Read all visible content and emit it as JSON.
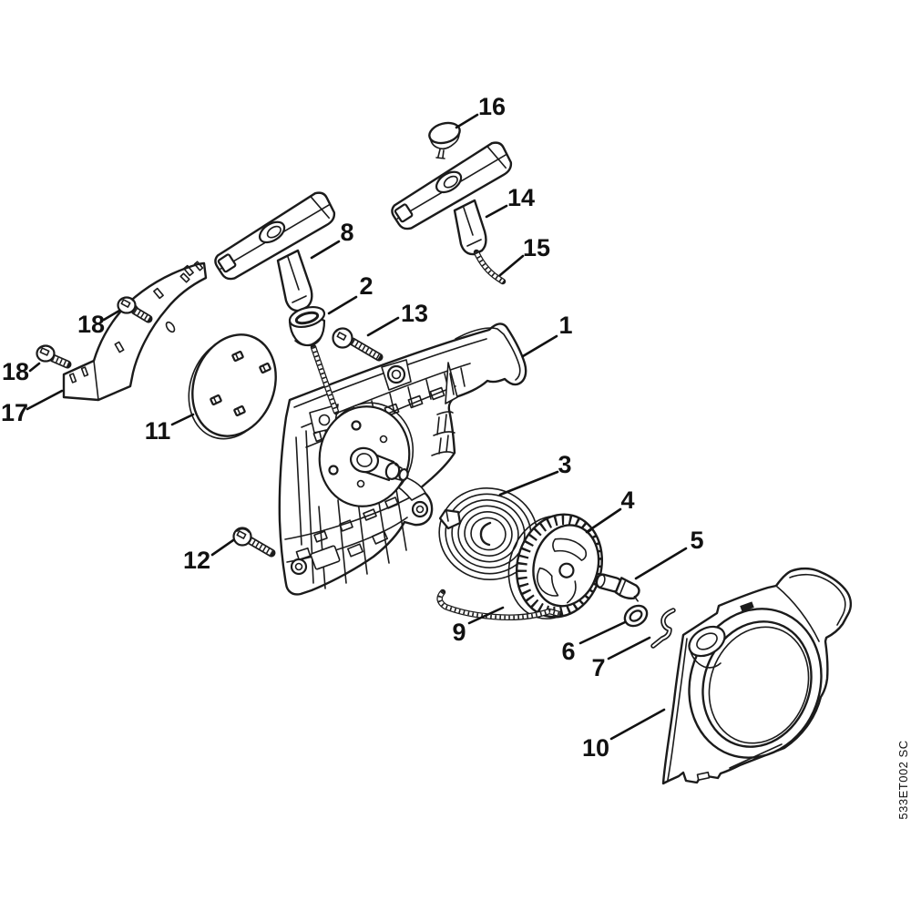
{
  "diagram": {
    "type": "exploded-parts-diagram",
    "subject": "rewind starter assembly",
    "code": "533ET002 SC",
    "colors": {
      "ink": "#1b1b1b",
      "background": "#ffffff"
    },
    "labels": [
      {
        "part": "16",
        "text": "16"
      },
      {
        "part": "14",
        "text": "14"
      },
      {
        "part": "15",
        "text": "15"
      },
      {
        "part": "8",
        "text": "8"
      },
      {
        "part": "2",
        "text": "2"
      },
      {
        "part": "13",
        "text": "13"
      },
      {
        "part": "1",
        "text": "1"
      },
      {
        "part": "18",
        "text": "18"
      },
      {
        "part": "18",
        "text": "18"
      },
      {
        "part": "17",
        "text": "17"
      },
      {
        "part": "11",
        "text": "11"
      },
      {
        "part": "3",
        "text": "3"
      },
      {
        "part": "4",
        "text": "4"
      },
      {
        "part": "12",
        "text": "12"
      },
      {
        "part": "5",
        "text": "5"
      },
      {
        "part": "9",
        "text": "9"
      },
      {
        "part": "6",
        "text": "6"
      },
      {
        "part": "7",
        "text": "7"
      },
      {
        "part": "10",
        "text": "10"
      }
    ]
  }
}
